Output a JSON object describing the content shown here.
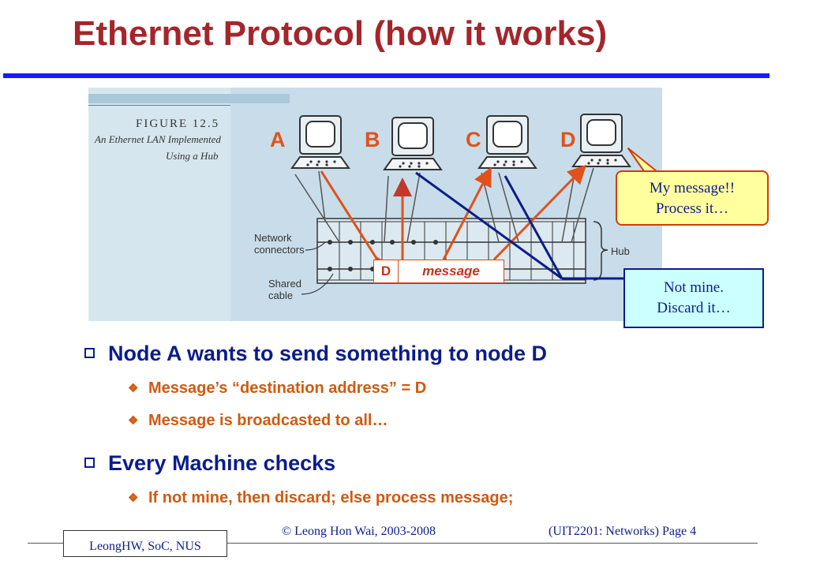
{
  "slide": {
    "title": "Ethernet Protocol (how it works)"
  },
  "figure": {
    "caption_line1": "FIGURE 12.5",
    "caption_line2": "An Ethernet LAN Implemented",
    "caption_line3": "Using a Hub",
    "node_labels": [
      "A",
      "B",
      "C",
      "D"
    ],
    "label_network_connectors_1": "Network",
    "label_network_connectors_2": "connectors",
    "label_shared_cable_1": "Shared",
    "label_shared_cable_2": "cable",
    "label_hub": "Hub"
  },
  "packet": {
    "dest": "D",
    "message": "message"
  },
  "callouts": {
    "mine_line1": "My message!!",
    "mine_line2": "Process it…",
    "notmine_line1": "Not mine.",
    "notmine_line2": "Discard it…"
  },
  "bullets": {
    "b1": "Node A wants to send something to node D",
    "b1_sub1": "Message’s “destination address” = D",
    "b1_sub2": "Message is broadcasted to all…",
    "b2": "Every Machine checks",
    "b2_sub1": "If not mine, then discard;  else process message;"
  },
  "footer": {
    "author": "LeongHW, SoC, NUS",
    "copyright": "© Leong Hon Wai, 2003-2008",
    "page": "(UIT2201: Networks) Page 4"
  },
  "colors": {
    "title": "#a3262b",
    "rule": "#1a1aff",
    "accent_orange": "#e0521a",
    "navy": "#0b1d8a",
    "figure_bg": "#cfe3ee"
  }
}
